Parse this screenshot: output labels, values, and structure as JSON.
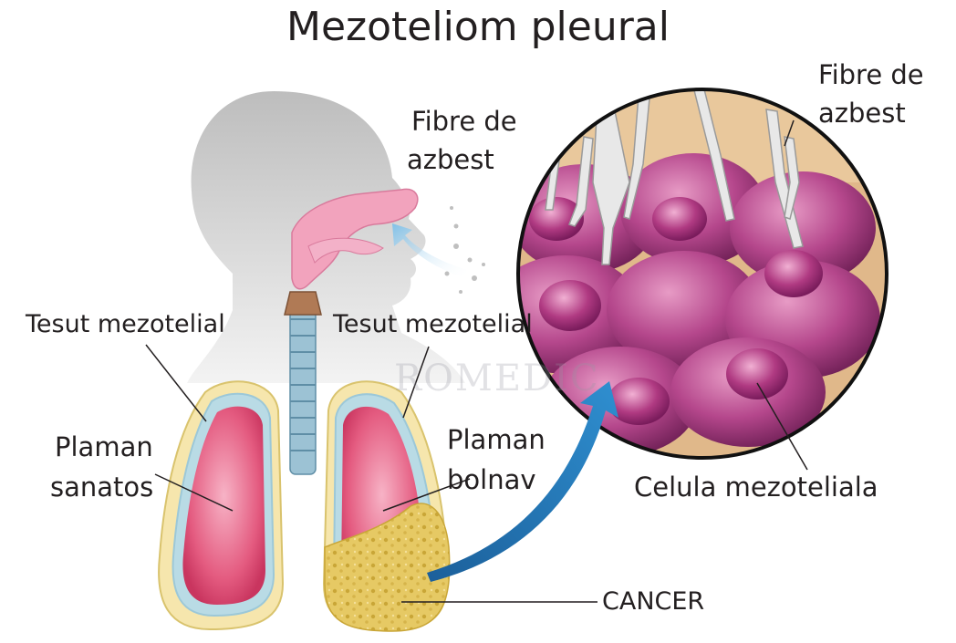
{
  "title": "Mezoteliom pleural",
  "labels": {
    "fibers_near_nose_line1": "Fibre de",
    "fibers_near_nose_line2": "azbest",
    "fibers_in_zoom_line1": "Fibre de",
    "fibers_in_zoom_line2": "azbest",
    "mesothelial_left": "Tesut mezotelial",
    "mesothelial_right": "Tesut mezotelial",
    "healthy_lung_line1": "Plaman",
    "healthy_lung_line2": "sanatos",
    "sick_lung_line1": "Plaman",
    "sick_lung_line2": "bolnav",
    "mesothelial_cell": "Celula mezoteliala",
    "cancer": "CANCER"
  },
  "watermark": "ROMEDIC",
  "colors": {
    "head_silhouette": "#c9c9c9",
    "airway_pink": "#f2a3bd",
    "lung_outer": "#f4e3a6",
    "lung_inner": "#e8587e",
    "trachea": "#8fb6c9",
    "cancer_yellow": "#e9cf6a",
    "cell_magenta": "#b23d84",
    "zoom_border": "#111111",
    "arrow_blue": "#1f6fae"
  }
}
